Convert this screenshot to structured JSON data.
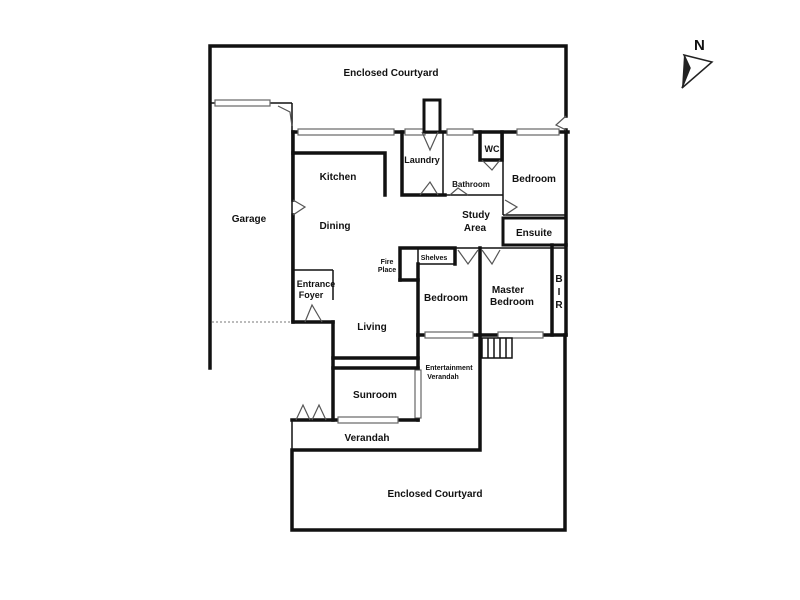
{
  "compass": {
    "label": "N"
  },
  "rooms": {
    "courtyard_top": "Enclosed Courtyard",
    "garage": "Garage",
    "kitchen": "Kitchen",
    "dining": "Dining",
    "laundry": "Laundry",
    "wc": "WC",
    "bathroom": "Bathroom",
    "bedroom_ne": "Bedroom",
    "study_line1": "Study",
    "study_line2": "Area",
    "ensuite": "Ensuite",
    "fireplace_line1": "Fire",
    "fireplace_line2": "Place",
    "shelves": "Shelves",
    "bedroom_mid": "Bedroom",
    "master_line1": "Master",
    "master_line2": "Bedroom",
    "bir_b": "B",
    "bir_i": "I",
    "bir_r": "R",
    "entrance_line1": "Entrance",
    "entrance_line2": "Foyer",
    "living": "Living",
    "ent_verandah_line1": "Entertainment",
    "ent_verandah_line2": "Verandah",
    "sunroom": "Sunroom",
    "verandah": "Verandah",
    "courtyard_bottom": "Enclosed Courtyard"
  }
}
